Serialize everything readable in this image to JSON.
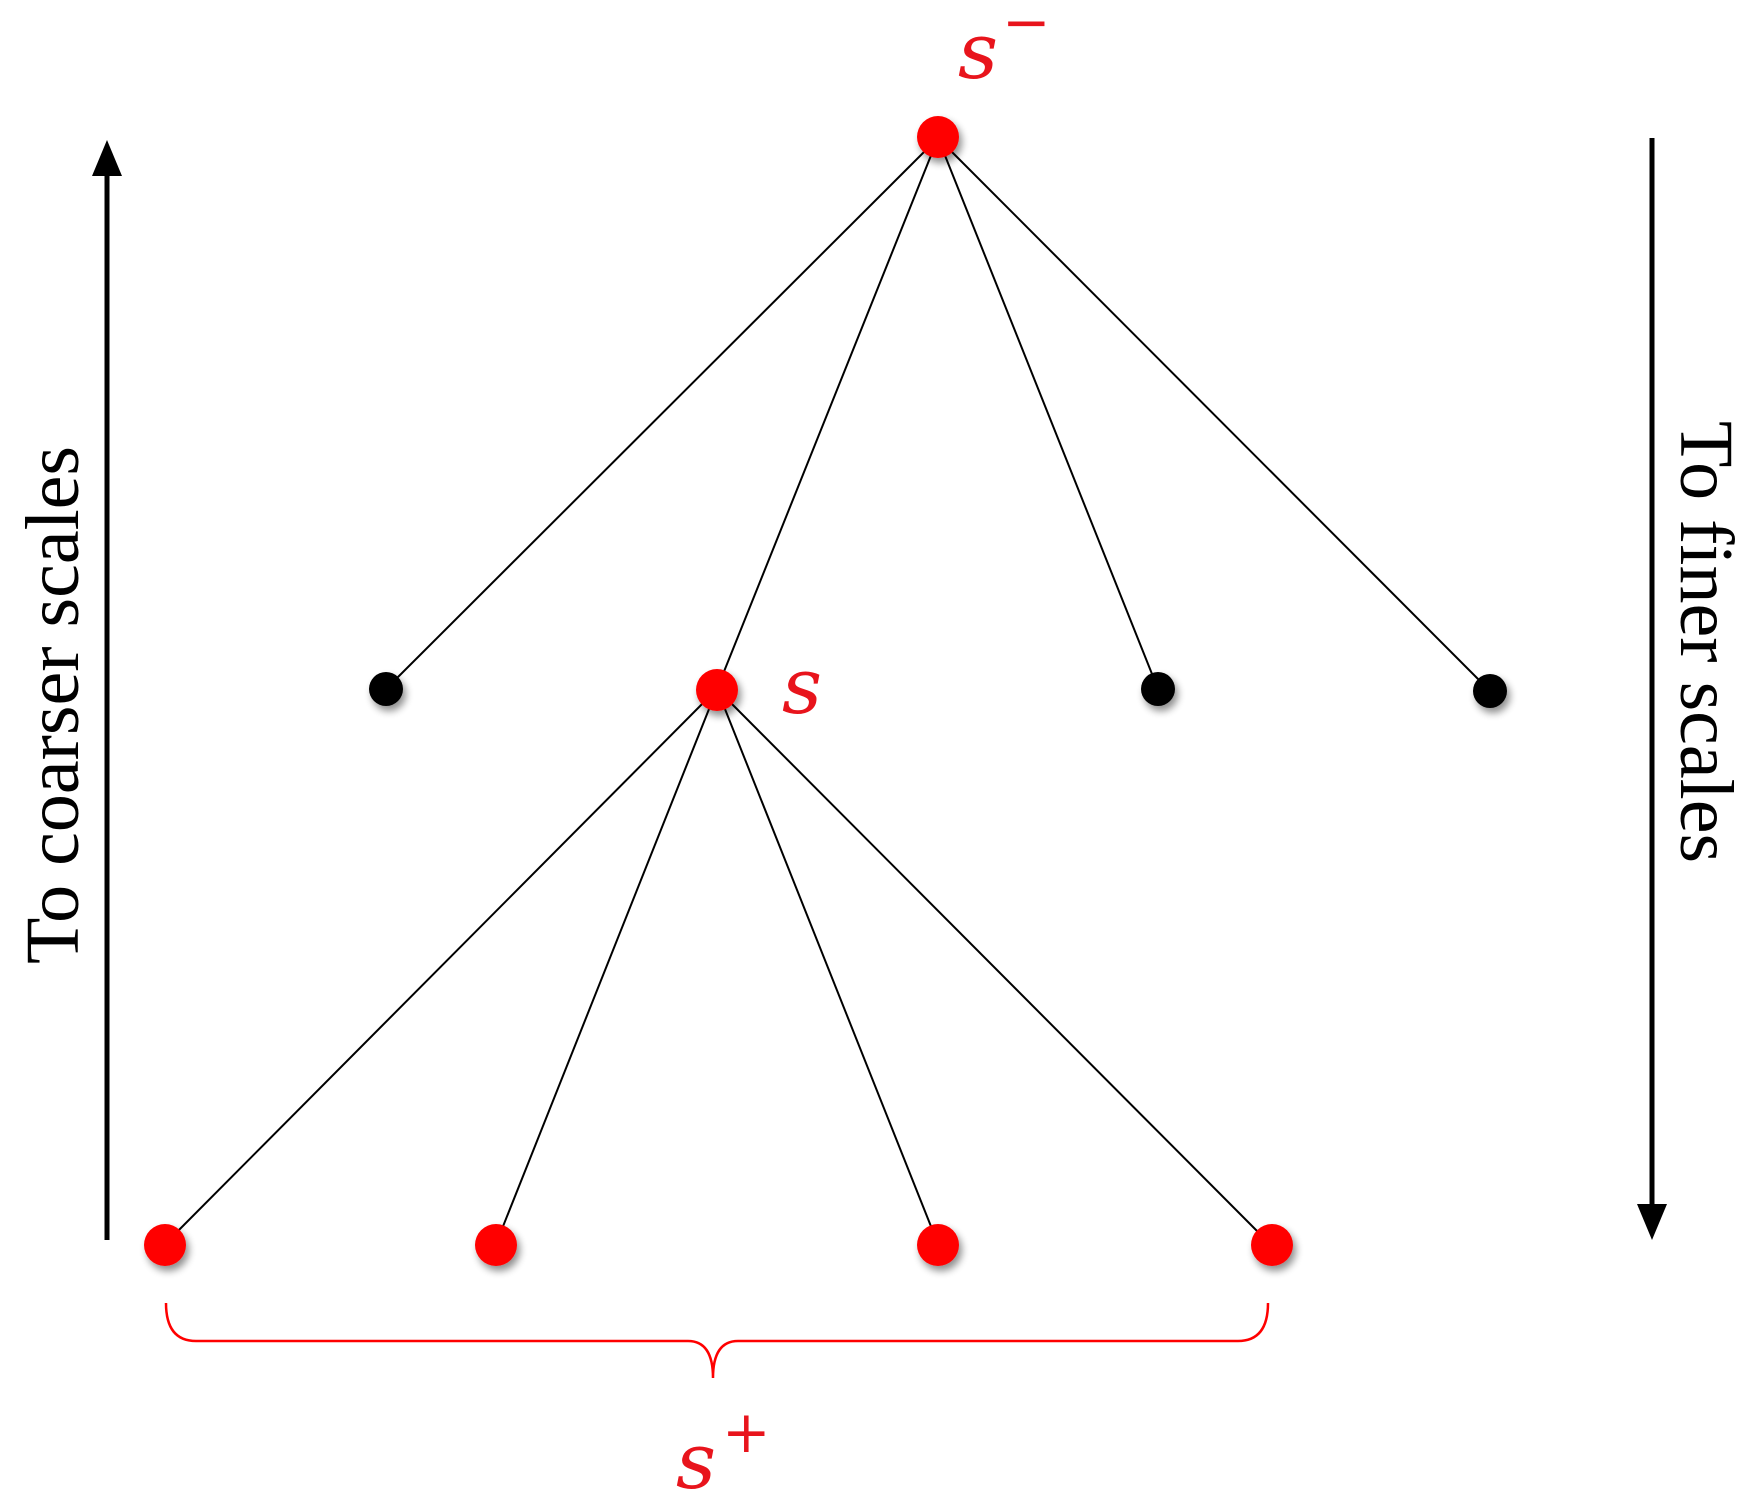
{
  "labels": {
    "parent": "s",
    "parent_sup": "−",
    "node": "s",
    "children": "s",
    "children_sup": "+"
  },
  "axes": {
    "left_text": "To coarser scales",
    "right_text": "To finer scales"
  },
  "colors": {
    "highlight": "#ff0000",
    "plain_node": "#000000",
    "edge": "#000000",
    "label": "#e8141c"
  }
}
